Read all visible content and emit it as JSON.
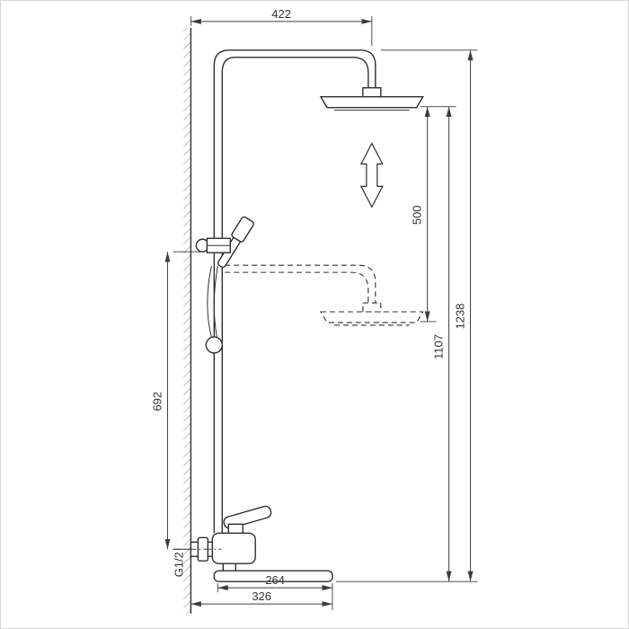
{
  "drawing": {
    "title": "shower-column-dimension-drawing",
    "dimensions": {
      "head_offset_from_wall": "422",
      "head_adjust_range": "500",
      "head_height": "1107",
      "overall_height": "1238",
      "hand_shower_height": "692",
      "spout_length_from_pipe": "264",
      "spout_projection_from_wall": "326",
      "inlet_thread": "G1/2"
    },
    "colors": {
      "line": "#2e2e2e",
      "dimension": "#3d3d3d",
      "background": "#ffffff",
      "border": "#d6d6d6"
    }
  }
}
